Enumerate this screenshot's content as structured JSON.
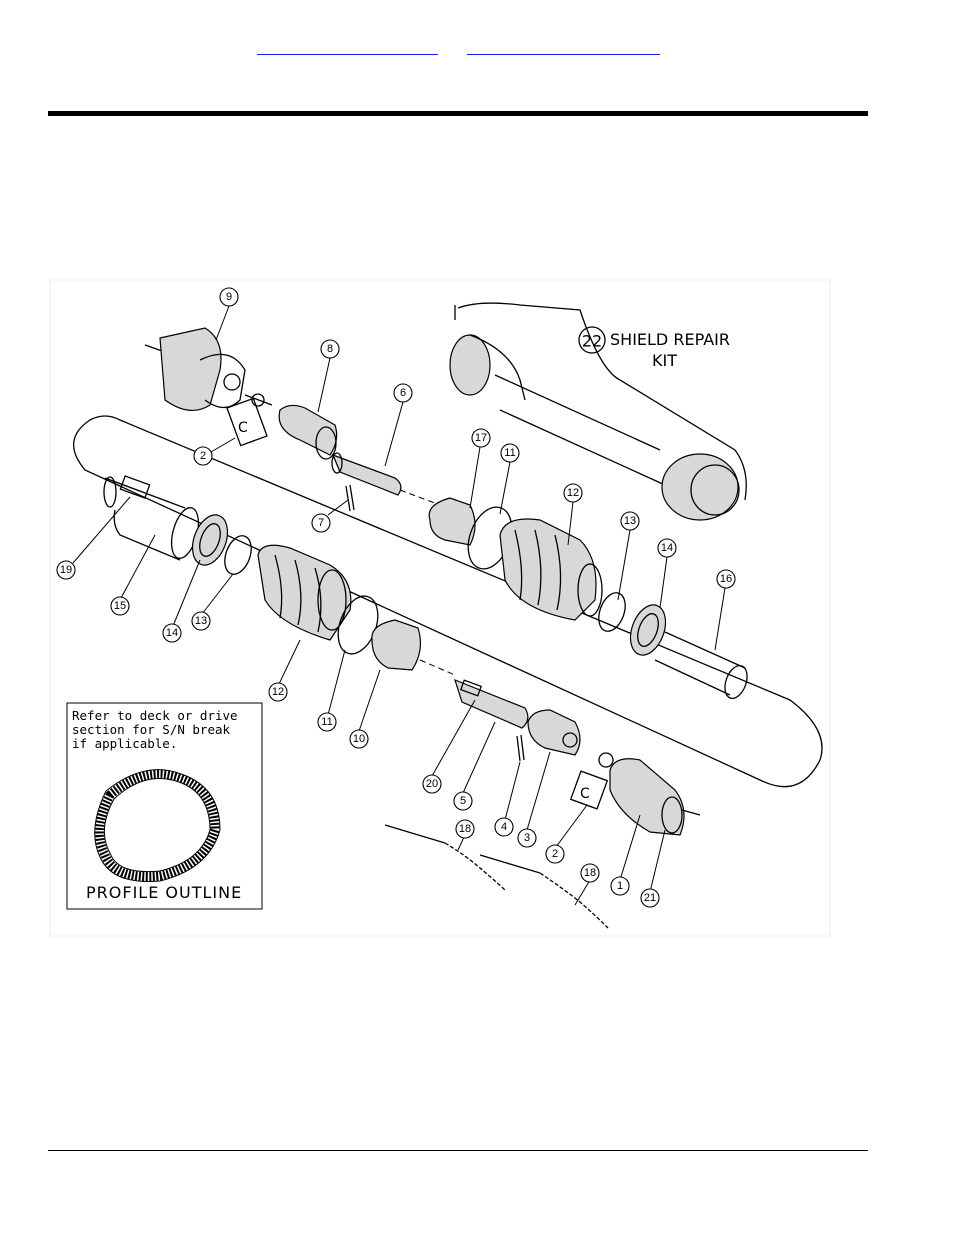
{
  "header": {
    "links": [
      "",
      ""
    ]
  },
  "diagram": {
    "kit_label_line1": "SHIELD REPAIR",
    "kit_label_line2": "KIT",
    "kit_number": "22",
    "note_lines": [
      "Refer to deck or drive",
      "section for S/N break",
      "if applicable."
    ],
    "profile_label": "PROFILE OUTLINE",
    "callouts": [
      "1",
      "2",
      "2",
      "3",
      "4",
      "5",
      "6",
      "7",
      "8",
      "9",
      "10",
      "11",
      "11",
      "12",
      "12",
      "13",
      "13",
      "14",
      "14",
      "15",
      "16",
      "17",
      "18",
      "18",
      "19",
      "20",
      "21"
    ]
  },
  "colors": {
    "link": "#1a1aff",
    "line": "#000000"
  }
}
